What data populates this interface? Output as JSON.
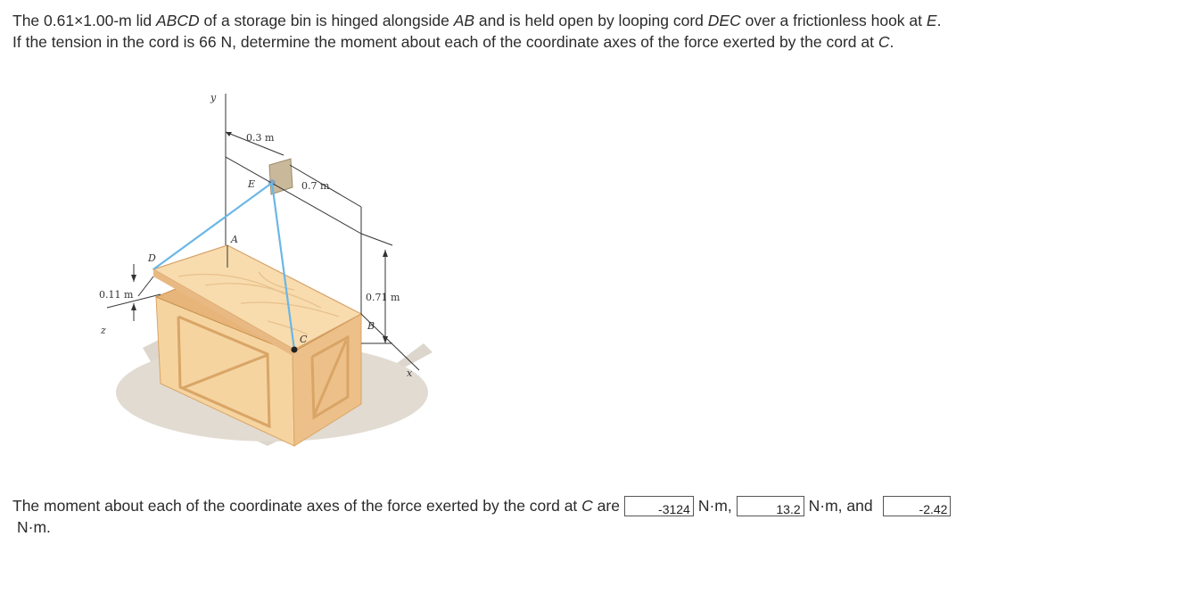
{
  "problem": {
    "line1": {
      "t1": "The 0.61×1.00-m lid ",
      "v1": "ABCD",
      "t2": " of a storage bin is hinged alongside ",
      "v2": "AB",
      "t3": " and is held open by looping cord ",
      "v3": "DEC",
      "t4": " over a frictionless hook at ",
      "v4": "E",
      "t5": "."
    },
    "line2": {
      "t1": "If the tension in the cord is 66 N, determine the moment about each of the coordinate axes of the force exerted by the cord at ",
      "v1": "C",
      "t2": "."
    }
  },
  "figure": {
    "labels": {
      "y": "y",
      "x": "x",
      "z": "z",
      "A": "A",
      "B": "B",
      "C": "C",
      "D": "D",
      "E": "E",
      "dim_03": "0.3 m",
      "dim_07": "0.7 m",
      "dim_071": "0.71 m",
      "dim_011": "0.11 m"
    },
    "colors": {
      "cord": "#6ab7e6",
      "wood_light": "#f8dcae",
      "wood_mid": "#eec48a",
      "wood_dark": "#d9a566",
      "shadow": "#ddd6cc",
      "hook": "#c9b99a"
    }
  },
  "answer": {
    "t1": "The moment about each of the coordinate axes of the force exerted by the cord at ",
    "v1": "C",
    "t2": " are ",
    "mx": "-3124",
    "unit1": "N·m,",
    "my": "13.2",
    "unit2": "N·m, and",
    "mz": "-2.42",
    "unit3": "N·m."
  }
}
